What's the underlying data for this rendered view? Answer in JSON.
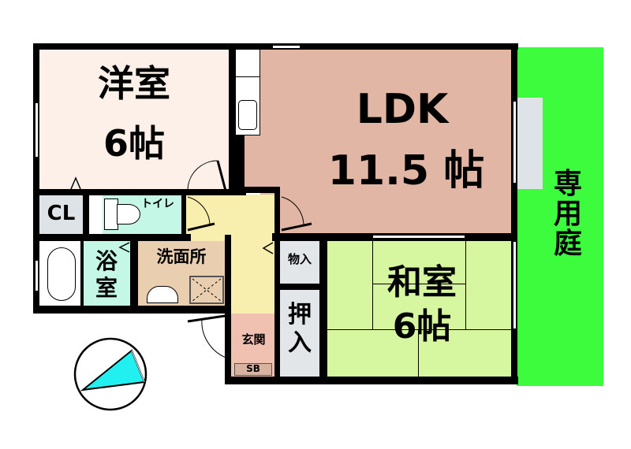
{
  "plan": {
    "colors": {
      "wall": "#000000",
      "western_room": "#fdf0e8",
      "ldk": "#e2b6a4",
      "japanese_room": "#d6f7a0",
      "garden": "#3dfc3d",
      "hall": "#f8eeae",
      "toilet": "#c4f7e6",
      "bath": "#c4f7e6",
      "washroom": "#e9ceb0",
      "entrance": "#f0c0b0",
      "storage": "#e2e6e8",
      "compass": "#22e0e8"
    },
    "rooms": {
      "western_room": {
        "name": "洋室",
        "size": "6帖"
      },
      "ldk": {
        "name": "LDK",
        "size": "11.5 帖"
      },
      "japanese_room": {
        "name": "和室",
        "size": "6帖"
      },
      "garden": {
        "name": "専用庭"
      },
      "closet": {
        "name": "CL"
      },
      "toilet": {
        "name": "トイレ"
      },
      "bath": {
        "name": "浴室"
      },
      "washroom": {
        "name": "洗面所"
      },
      "storage": {
        "name": "物入"
      },
      "oshiire": {
        "name": "押入"
      },
      "entrance": {
        "name": "玄関"
      },
      "shoe_box": {
        "name": "SB"
      }
    },
    "compass": {
      "icon": "north-arrow-icon"
    }
  }
}
